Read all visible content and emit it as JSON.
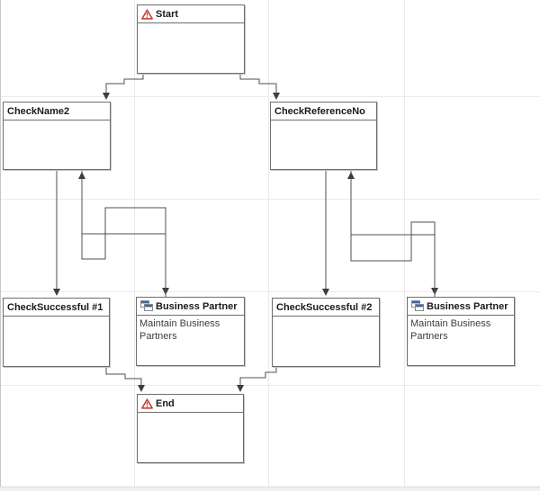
{
  "diagram": {
    "nodes": {
      "start": {
        "label": "Start",
        "icon": "warning-icon"
      },
      "check_name2": {
        "label": "CheckName2"
      },
      "check_reference_no": {
        "label": "CheckReferenceNo"
      },
      "check_successful_1": {
        "label": "CheckSuccessful #1"
      },
      "business_partner_1": {
        "label": "Business Partner",
        "body": "Maintain Business Partners",
        "icon": "cascade-windows-icon"
      },
      "check_successful_2": {
        "label": "CheckSuccessful #2"
      },
      "business_partner_2": {
        "label": "Business Partner",
        "body": "Maintain Business Partners",
        "icon": "cascade-windows-icon"
      },
      "end": {
        "label": "End",
        "icon": "warning-icon"
      }
    },
    "edges": [
      {
        "from": "Start",
        "to": "CheckName2"
      },
      {
        "from": "Start",
        "to": "CheckReferenceNo"
      },
      {
        "from": "CheckName2",
        "to": "CheckSuccessful #1"
      },
      {
        "from": "CheckName2",
        "to": "Business Partner (left)"
      },
      {
        "from": "Business Partner (left)",
        "to": "CheckName2"
      },
      {
        "from": "CheckReferenceNo",
        "to": "CheckSuccessful #2"
      },
      {
        "from": "CheckReferenceNo",
        "to": "Business Partner (right)"
      },
      {
        "from": "Business Partner (right)",
        "to": "CheckReferenceNo"
      },
      {
        "from": "CheckSuccessful #1",
        "to": "End"
      },
      {
        "from": "CheckSuccessful #2",
        "to": "End"
      }
    ],
    "colors": {
      "connector": "#4f4f4f",
      "node_border": "#6e6e6e",
      "grid": "#eaeaea",
      "warning_red": "#c0392b",
      "window_title_blue": "#3a66b0"
    }
  }
}
